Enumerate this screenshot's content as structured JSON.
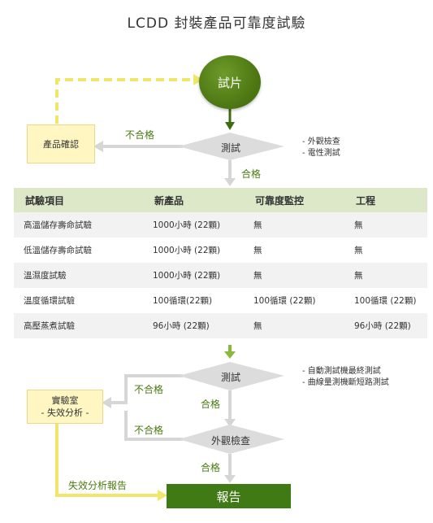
{
  "title": "LCDD 封裝產品可靠度試驗",
  "nodes": {
    "start": "試片",
    "test1": "測試",
    "confirm": "產品確認",
    "test2": "測試",
    "inspection": "外觀檢查",
    "lab_line1": "實驗室",
    "lab_line2": "- 失效分析 -",
    "report": "報告"
  },
  "labels": {
    "fail1": "不合格",
    "pass1": "合格",
    "fail2": "不合格",
    "pass2": "合格",
    "fail3": "不合格",
    "pass3": "合格",
    "failure_report": "失效分析報告"
  },
  "notes1": [
    "- 外觀檢查",
    "- 電性測試"
  ],
  "notes2": [
    "- 自動測試機最終測試",
    "- 曲線量測機斷短路測試"
  ],
  "table": {
    "headers": [
      "試驗項目",
      "新產品",
      "可靠度監控",
      "工程"
    ],
    "rows": [
      [
        "高溫儲存壽命試驗",
        "1000小時 (22顆)",
        "無",
        "無"
      ],
      [
        "低溫儲存壽命試驗",
        "1000小時 (22顆)",
        "無",
        "無"
      ],
      [
        "溫濕度試驗",
        "1000小時 (22顆)",
        "無",
        "無"
      ],
      [
        "溫度循環試驗",
        "100循環(22顆)",
        "100循環 (22顆)",
        "100循環 (22顆)"
      ],
      [
        "高壓蒸煮試驗",
        "96小時 (22顆)",
        "無",
        "96小時 (22顆)"
      ]
    ]
  },
  "colors": {
    "green_dark": "#4a7410",
    "green_light": "#dce8c8",
    "yellow_box": "#fff6c2",
    "arrow_yellow": "#f0e66a",
    "arrow_gray": "#d6d6d6"
  }
}
